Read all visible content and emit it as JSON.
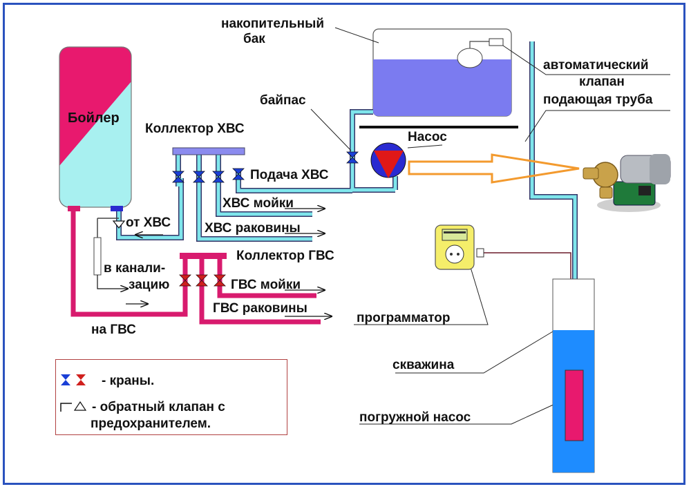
{
  "labels": {
    "tank": "накопительный\nбак",
    "tank_line1": "накопительный",
    "tank_line2": "бак",
    "auto_valve": "автоматический",
    "valve": "клапан",
    "feed_pipe": "подающая труба",
    "bypass": "байпас",
    "pump": "Насос",
    "cold_collector": "Коллектор ХВС",
    "cold_supply": "Подача ХВС",
    "cold_sink": "ХВС мойки",
    "cold_basin": "ХВС раковины",
    "from_cold": "от ХВС",
    "drain1": "в канали-",
    "drain2": "зацию",
    "hot_collector": "Коллектор ГВС",
    "hot_sink": "ГВС мойки",
    "hot_basin": "ГВС раковины",
    "to_hot": "на ГВС",
    "programmer": "программатор",
    "well": "скважина",
    "submersible_pump": "погружной насос",
    "boiler": "Бойлер"
  },
  "legend": {
    "taps": "- краны.",
    "check_valve_line1": "- обратный клапан с",
    "check_valve_line2": "предохранителем."
  },
  "colors": {
    "frame": "#2a52be",
    "cold_pipe": "#7fe6ec",
    "hot_pipe": "#d81b6e",
    "tank_water": "#7b7bf0",
    "well_water": "#1e8cff",
    "collector_cold": "#8b8bef",
    "collector_hot": "#d81b6e",
    "arrow": "#f39a2e"
  }
}
